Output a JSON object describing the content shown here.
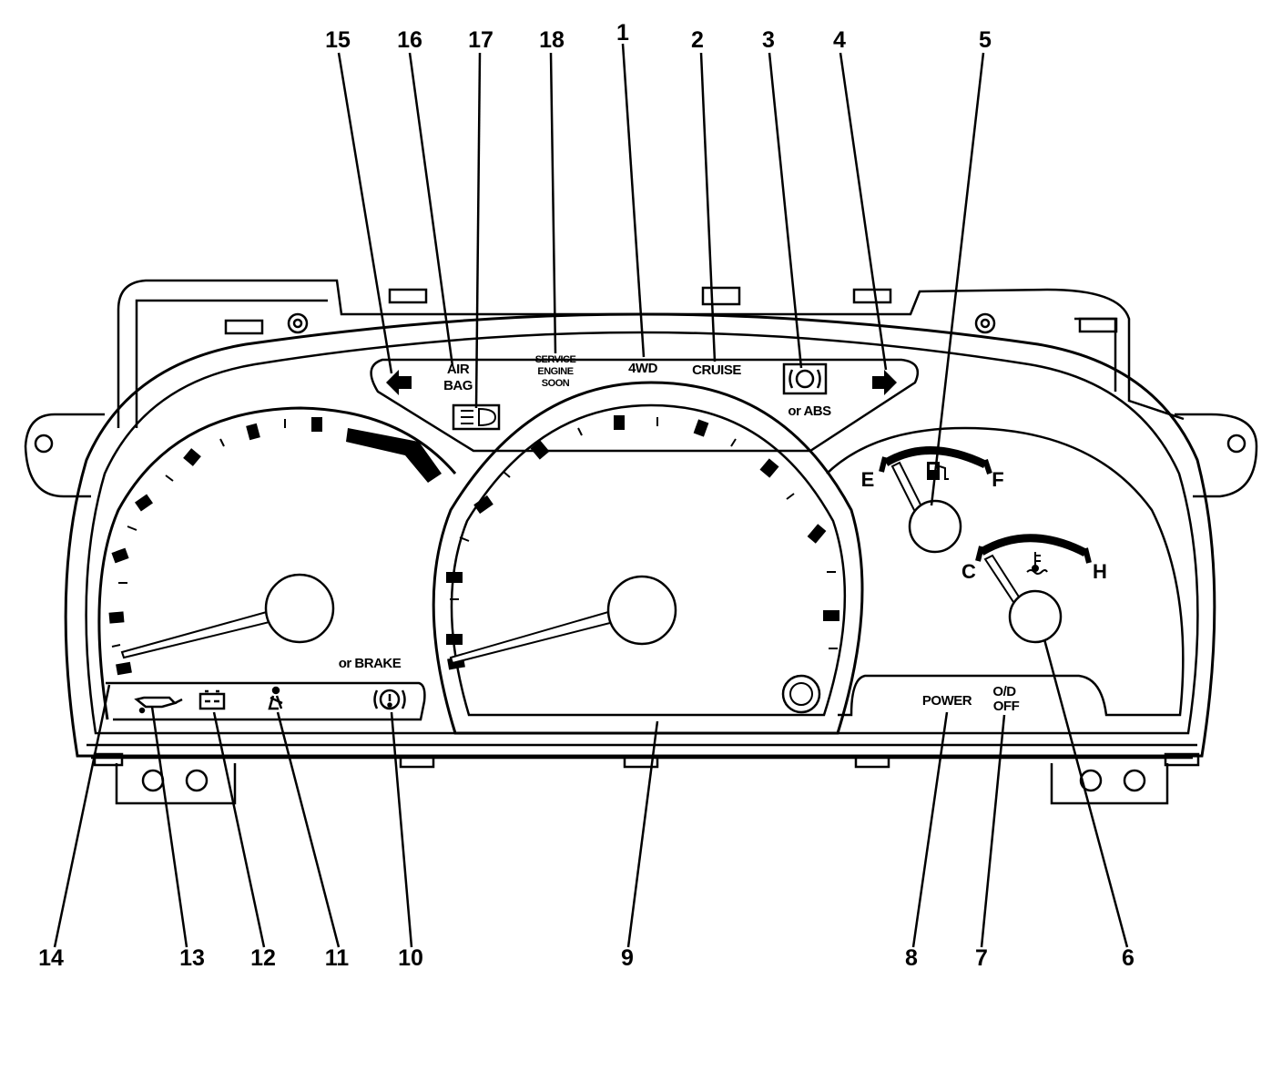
{
  "callouts": {
    "c1": "1",
    "c2": "2",
    "c3": "3",
    "c4": "4",
    "c5": "5",
    "c6": "6",
    "c7": "7",
    "c8": "8",
    "c9": "9",
    "c10": "10",
    "c11": "11",
    "c12": "12",
    "c13": "13",
    "c14": "14",
    "c15": "15",
    "c16": "16",
    "c17": "17",
    "c18": "18"
  },
  "indicators": {
    "air_bag_line1": "AIR",
    "air_bag_line2": "BAG",
    "service_line1": "SERVICE",
    "service_line2": "ENGINE",
    "service_line3": "SOON",
    "four_wd": "4WD",
    "cruise": "CRUISE",
    "abs_alt": "or ABS",
    "brake_alt": "or BRAKE",
    "power": "POWER",
    "od_line1": "O/D",
    "od_line2": "OFF"
  },
  "gauges": {
    "fuel_empty": "E",
    "fuel_full": "F",
    "temp_cold": "C",
    "temp_hot": "H"
  }
}
